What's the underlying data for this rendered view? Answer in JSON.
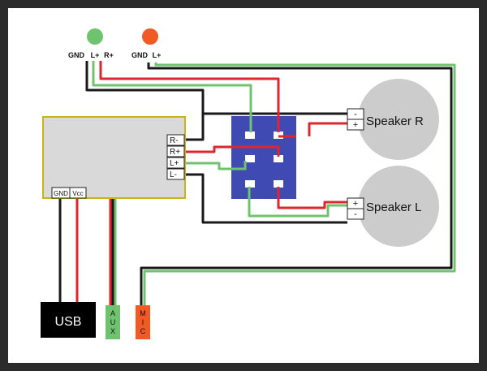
{
  "jack_green": {
    "color": "#6fc36f",
    "pins": {
      "gnd": "GND",
      "left": "L+",
      "right": "R+"
    }
  },
  "jack_orange": {
    "color": "#f15a24",
    "pins": {
      "gnd": "GND",
      "left": "L+"
    }
  },
  "amplifier": {
    "outputs": [
      "R-",
      "R+",
      "L+",
      "L-"
    ],
    "power_pins": {
      "gnd": "GND",
      "vcc": "Vcc"
    }
  },
  "switch_color": "#3f4bb3",
  "speakers": [
    {
      "label": "Speaker R",
      "terminals": [
        "-",
        "+"
      ]
    },
    {
      "label": "Speaker L",
      "terminals": [
        "+",
        "-"
      ]
    }
  ],
  "connectors": {
    "usb": "USB",
    "aux": "AUX",
    "mic": "MIC"
  },
  "wire_colors": {
    "black": "#1a1a1a",
    "red": "#e0262b",
    "green": "#6fc36f"
  }
}
